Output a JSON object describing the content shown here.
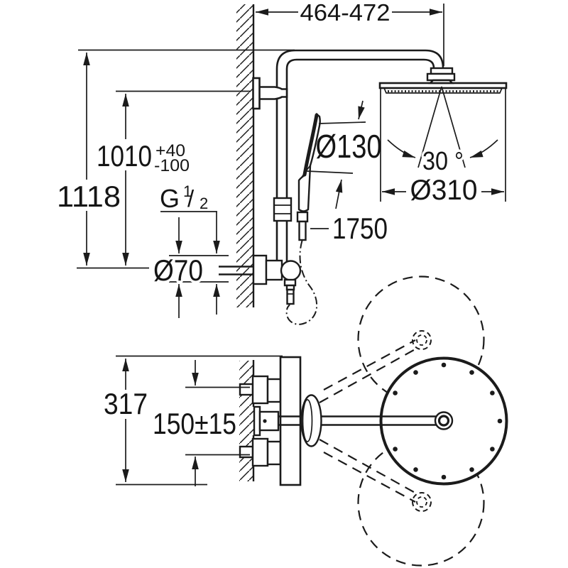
{
  "labels": {
    "top_width": "464-472",
    "height_upper": "1010",
    "height_upper_tol_plus": "+40",
    "height_upper_tol_minus": "-100",
    "height_total": "1118",
    "thread_letter": "G",
    "thread_numerator": "1",
    "thread_slash": "/",
    "thread_denominator": "2",
    "supply_escutcheon_diameter": "Ø70",
    "hand_shower_diameter": "Ø130",
    "hose_length": "1750",
    "spray_angle": "30 °",
    "head_diameter": "Ø310",
    "projection_depth": "317",
    "supply_spacing": "150±15"
  },
  "colors": {
    "line": "#1b1b1b",
    "background": "#ffffff"
  }
}
